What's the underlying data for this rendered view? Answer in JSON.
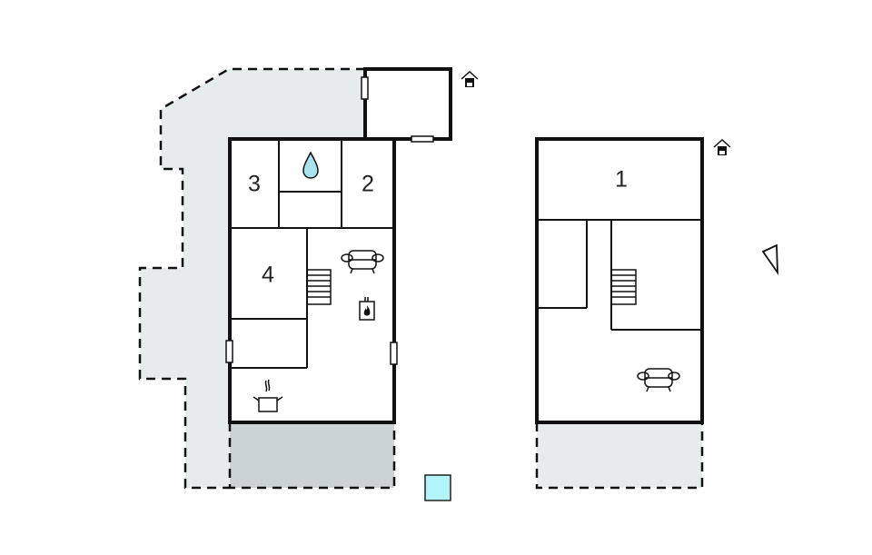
{
  "plan": {
    "ground_floor": {
      "rooms": [
        {
          "id": "bedroom-3",
          "label": "3"
        },
        {
          "id": "bedroom-2",
          "label": "2"
        },
        {
          "id": "bedroom-4",
          "label": "4"
        }
      ],
      "icons": [
        "bathroom-water-drop-icon",
        "sofa-icon",
        "fireplace-icon",
        "kitchen-pot-icon",
        "stairs-icon",
        "entrance-house-icon"
      ]
    },
    "upper_floor": {
      "rooms": [
        {
          "id": "bedroom-1",
          "label": "1"
        }
      ],
      "icons": [
        "sofa-icon",
        "stairs-icon",
        "entrance-house-icon"
      ]
    },
    "legend": {
      "pool_square_color": "#b3f4fa",
      "north_arrow": "triangle"
    },
    "colors": {
      "terrace_light": "#e6ecec",
      "terrace_dark": "#ccd3d4",
      "water_drop": "#a8e3ee",
      "walls": "#111111"
    }
  }
}
